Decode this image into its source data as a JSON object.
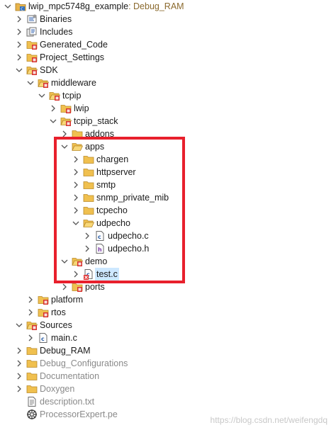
{
  "project": {
    "name": "lwip_mpc5748g_example",
    "config_suffix": ": Debug_RAM"
  },
  "tree": [
    {
      "label": "Binaries",
      "depth": 1,
      "state": "collapsed",
      "icon": "binaries-icon"
    },
    {
      "label": "Includes",
      "depth": 1,
      "state": "collapsed",
      "icon": "includes-icon"
    },
    {
      "label": "Generated_Code",
      "depth": 1,
      "state": "collapsed",
      "icon": "folder-src-icon"
    },
    {
      "label": "Project_Settings",
      "depth": 1,
      "state": "collapsed",
      "icon": "folder-src-icon"
    },
    {
      "label": "SDK",
      "depth": 1,
      "state": "expanded",
      "icon": "folder-src-open-icon"
    },
    {
      "label": "middleware",
      "depth": 2,
      "state": "expanded",
      "icon": "folder-src-open-icon"
    },
    {
      "label": "tcpip",
      "depth": 3,
      "state": "expanded",
      "icon": "folder-src-open-icon"
    },
    {
      "label": "lwip",
      "depth": 4,
      "state": "collapsed",
      "icon": "folder-src-icon"
    },
    {
      "label": "tcpip_stack",
      "depth": 4,
      "state": "expanded",
      "icon": "folder-src-open-icon"
    },
    {
      "label": "addons",
      "depth": 5,
      "state": "collapsed",
      "icon": "folder-icon"
    },
    {
      "label": "apps",
      "depth": 5,
      "state": "expanded",
      "icon": "folder-open-icon"
    },
    {
      "label": "chargen",
      "depth": 6,
      "state": "collapsed",
      "icon": "folder-icon"
    },
    {
      "label": "httpserver",
      "depth": 6,
      "state": "collapsed",
      "icon": "folder-icon"
    },
    {
      "label": "smtp",
      "depth": 6,
      "state": "collapsed",
      "icon": "folder-icon"
    },
    {
      "label": "snmp_private_mib",
      "depth": 6,
      "state": "collapsed",
      "icon": "folder-icon"
    },
    {
      "label": "tcpecho",
      "depth": 6,
      "state": "collapsed",
      "icon": "folder-icon"
    },
    {
      "label": "udpecho",
      "depth": 6,
      "state": "expanded",
      "icon": "folder-open-icon"
    },
    {
      "label": "udpecho.c",
      "depth": 7,
      "state": "collapsed",
      "icon": "c-file-icon"
    },
    {
      "label": "udpecho.h",
      "depth": 7,
      "state": "collapsed",
      "icon": "h-file-icon"
    },
    {
      "label": "demo",
      "depth": 5,
      "state": "expanded",
      "icon": "folder-src-open-icon"
    },
    {
      "label": "test.c",
      "depth": 6,
      "state": "collapsed",
      "icon": "c-file-error-icon",
      "selected": true
    },
    {
      "label": "ports",
      "depth": 5,
      "state": "collapsed",
      "icon": "folder-src-icon"
    },
    {
      "label": "platform",
      "depth": 2,
      "state": "collapsed",
      "icon": "folder-src-icon"
    },
    {
      "label": "rtos",
      "depth": 2,
      "state": "collapsed",
      "icon": "folder-src-icon"
    },
    {
      "label": "Sources",
      "depth": 1,
      "state": "expanded",
      "icon": "folder-src-open-icon"
    },
    {
      "label": "main.c",
      "depth": 2,
      "state": "collapsed",
      "icon": "c-file-icon"
    },
    {
      "label": "Debug_RAM",
      "depth": 1,
      "state": "collapsed",
      "icon": "folder-icon"
    },
    {
      "label": "Debug_Configurations",
      "depth": 1,
      "state": "collapsed",
      "icon": "folder-icon",
      "gray": true
    },
    {
      "label": "Documentation",
      "depth": 1,
      "state": "collapsed",
      "icon": "folder-icon",
      "gray": true
    },
    {
      "label": "Doxygen",
      "depth": 1,
      "state": "collapsed",
      "icon": "folder-icon",
      "gray": true
    },
    {
      "label": "description.txt",
      "depth": 1,
      "state": "leaf",
      "icon": "text-file-icon",
      "gray": true
    },
    {
      "label": "ProcessorExpert.pe",
      "depth": 1,
      "state": "leaf",
      "icon": "pe-file-icon",
      "gray": true
    }
  ],
  "watermark": "https://blog.csdn.net/weifengdq",
  "colors": {
    "highlight_border": "#e8202c",
    "folder": "#e8b44b",
    "selection": "#cde8ff"
  }
}
